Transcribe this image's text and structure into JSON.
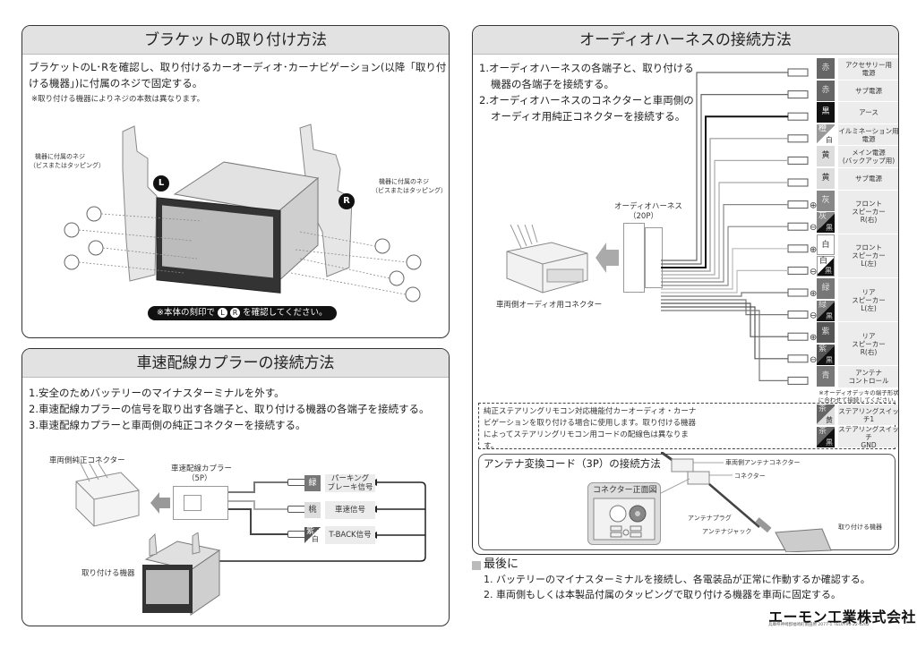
{
  "bracket": {
    "title": "ブラケットの取り付け方法",
    "line1": "ブラケットのL･Rを確認し、取り付けるカーオーディオ･カーナビゲーション(以降「取り付",
    "line2": "ける機器」)に付属のネジで固定する。",
    "note": "※取り付ける機器によりネジの本数は異なります。",
    "screw_label_left_1": "機器に付属のネジ",
    "screw_label_left_2": "（ビスまたはタッピング）",
    "screw_label_right_1": "機器に付属のネジ",
    "screw_label_right_2": "（ビスまたはタッピング）",
    "marker_left": "L",
    "marker_right": "R",
    "confirm_prefix": "※本体の刻印で",
    "confirm_l": "L",
    "confirm_r": "R",
    "confirm_suffix": "を確認してください。"
  },
  "speed": {
    "title": "車速配線カプラーの接続方法",
    "steps": [
      "1.安全のためバッテリーのマイナスターミナルを外す。",
      "2.車速配線カプラーの信号を取り出す各端子と、取り付ける機器の各端子を接続する。",
      "3.車速配線カプラーと車両側の純正コネクターを接続する。"
    ],
    "vehicle_connector": "車両側純正コネクター",
    "coupler_label": "車速配線カプラー",
    "coupler_pins": "（5P）",
    "device_label": "取り付ける機器",
    "signals": [
      {
        "color": "緑",
        "color2": "",
        "label": "パーキング\nブレーキ信号",
        "bg": "#777777",
        "fg": "#ffffff"
      },
      {
        "color": "桃",
        "color2": "",
        "label": "車速信号",
        "bg": "#dddddd",
        "fg": "#333333"
      },
      {
        "color": "紫",
        "color2": "白",
        "label": "T-BACK信号",
        "bg": "#555555",
        "fg": "#ffffff"
      }
    ]
  },
  "audio": {
    "title": "オーディオハーネスの接続方法",
    "step1a": "1.オーディオハーネスの各端子と、取り付ける",
    "step1b": "機器の各端子を接続する。",
    "step2a": "2.オーディオハーネスのコネクターと車両側の",
    "step2b": "オーディオ用純正コネクターを接続する。",
    "harness_label": "オーディオハーネス",
    "harness_pins": "（20P）",
    "vehicle_connector": "車両側オーディオ用コネクター",
    "wires": [
      {
        "color": "赤",
        "color2": "",
        "label": "アクセサリー用\n電源",
        "bg": "#666666",
        "fg": "#dddddd",
        "polarity": ""
      },
      {
        "color": "赤",
        "color2": "",
        "label": "サブ電源",
        "bg": "#666666",
        "fg": "#dddddd",
        "polarity": ""
      },
      {
        "color": "黒",
        "color2": "",
        "label": "アース",
        "bg": "#111111",
        "fg": "#ffffff",
        "polarity": ""
      },
      {
        "color": "橙",
        "color2": "白",
        "label": "イルミネーション用\n電源",
        "bg": "#999999",
        "fg": "#ffffff",
        "polarity": ""
      },
      {
        "color": "黄",
        "color2": "",
        "label": "メイン電源\n(バックアップ用)",
        "bg": "#dddddd",
        "fg": "#333333",
        "polarity": ""
      },
      {
        "color": "黄",
        "color2": "",
        "label": "サブ電源",
        "bg": "#dddddd",
        "fg": "#333333",
        "polarity": ""
      },
      {
        "color": "灰",
        "color2": "",
        "label": "フロント\nスピーカー\nR(右)",
        "bg": "#888888",
        "fg": "#eeeeee",
        "polarity": "+"
      },
      {
        "color": "灰",
        "color2": "黒",
        "label": "",
        "bg": "#888888",
        "fg": "#eeeeee",
        "polarity": "−"
      },
      {
        "color": "白",
        "color2": "",
        "label": "フロント\nスピーカー\nL(左)",
        "bg": "#ffffff",
        "fg": "#333333",
        "polarity": "+"
      },
      {
        "color": "白",
        "color2": "黒",
        "label": "",
        "bg": "#ffffff",
        "fg": "#333333",
        "polarity": "−"
      },
      {
        "color": "緑",
        "color2": "",
        "label": "リア\nスピーカー\nL(左)",
        "bg": "#777777",
        "fg": "#dddddd",
        "polarity": "+"
      },
      {
        "color": "緑",
        "color2": "黒",
        "label": "",
        "bg": "#777777",
        "fg": "#dddddd",
        "polarity": "−"
      },
      {
        "color": "紫",
        "color2": "",
        "label": "リア\nスピーカー\nR(右)",
        "bg": "#555555",
        "fg": "#dddddd",
        "polarity": "+"
      },
      {
        "color": "紫",
        "color2": "黒",
        "label": "",
        "bg": "#555555",
        "fg": "#dddddd",
        "polarity": "−"
      },
      {
        "color": "青",
        "color2": "",
        "label": "アンテナ\nコントロール",
        "bg": "#777777",
        "fg": "#dddddd",
        "polarity": ""
      }
    ],
    "antenna_note": "※オーディオデッキの端子形状\nに合わせて接続してください。",
    "steering_note": "純正ステアリングリモコン対応機能付カーオーディオ・カーナビゲーションを取り付ける場合に使用します。取り付ける機器によってステアリングリモコン用コードの配線色は異なります。",
    "steering_wires": [
      {
        "color": "茶",
        "color2": "黄",
        "label": "ステアリングスイッチ1",
        "bg": "#666666",
        "fg": "#dddddd"
      },
      {
        "color": "茶",
        "color2": "黒",
        "label": "ステアリングスイッチ\nGND",
        "bg": "#666666",
        "fg": "#dddddd"
      }
    ]
  },
  "antenna": {
    "title": "アンテナ変換コード（3P）の接続方法",
    "front_view": "コネクター正面図",
    "vehicle_antenna_connector": "車両側アンテナコネクター",
    "connector": "コネクター",
    "plug": "アンテナプラグ",
    "jack": "アンテナジャック",
    "device": "取り付ける機器"
  },
  "final": {
    "title": "最後に",
    "steps": [
      "1. バッテリーのマイナスターミナルを接続し、各電装品が正常に作動するか確認する。",
      "2. 車両側もしくは本製品付属のタッピングで取り付ける機器を車両に固定する。"
    ]
  },
  "company": {
    "name": "エーモン工業株式会社",
    "address": "兵庫県神崎郡福崎町南田原 2077-1  TEL0790-22-6262"
  }
}
